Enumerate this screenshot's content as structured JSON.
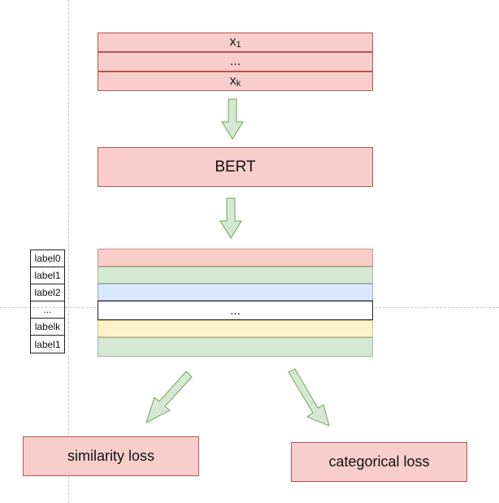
{
  "input_tokens": [
    {
      "base": "x",
      "sub": "1"
    },
    {
      "base": "...",
      "sub": ""
    },
    {
      "base": "x",
      "sub": "k"
    }
  ],
  "encoder": {
    "label": "BERT"
  },
  "output_rows": [
    {
      "text": "",
      "color": "red"
    },
    {
      "text": "",
      "color": "green"
    },
    {
      "text": "",
      "color": "blue"
    },
    {
      "text": "...",
      "color": "white"
    },
    {
      "text": "",
      "color": "yellow"
    },
    {
      "text": "",
      "color": "green"
    }
  ],
  "labels": [
    "label0",
    "label1",
    "label2",
    "...",
    "labelk",
    "label1"
  ],
  "losses": {
    "similarity": "similarity loss",
    "categorical": "categorical loss"
  },
  "colors": {
    "red_fill": "#f8cecc",
    "red_stroke": "#b85450",
    "green_fill": "#d5e8d4",
    "green_stroke": "#82b366",
    "blue_fill": "#dae8fc",
    "yellow_fill": "#fff2cc"
  }
}
